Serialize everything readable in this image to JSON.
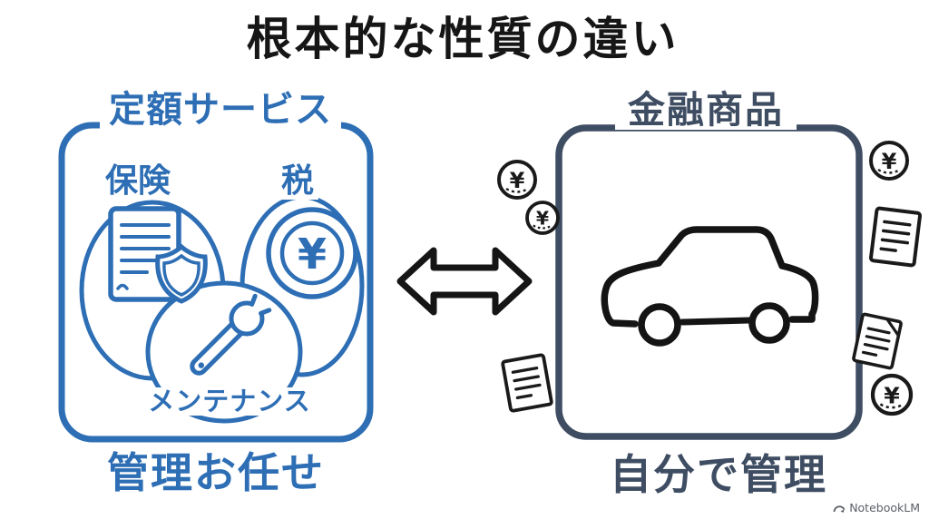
{
  "title": "根本的な性質の違い",
  "left": {
    "label": "定額サービス",
    "insurance_label": "保険",
    "tax_label": "税",
    "maintenance_label": "メンテナンス",
    "caption": "管理お任せ"
  },
  "right": {
    "label": "金融商品",
    "caption": "自分で管理"
  },
  "symbols": {
    "yen": "¥"
  },
  "watermark": {
    "brand": "NotebookLM"
  },
  "colors": {
    "left_accent": "#2d6eb5",
    "right_accent": "#3f4d63",
    "ink": "#1a1a1a",
    "watermark_gray": "#5a5f66",
    "background": "#ffffff"
  }
}
